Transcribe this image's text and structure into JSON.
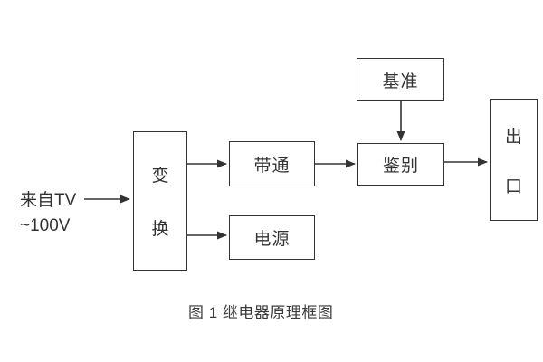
{
  "diagram": {
    "title": "继电器原理框图",
    "input": {
      "line1": "来自TV",
      "line2": "~100V"
    },
    "blocks": {
      "transform": {
        "label": "变换",
        "chars": [
          "变",
          "换"
        ],
        "orientation": "vertical"
      },
      "bandpass": {
        "label": "带通",
        "orientation": "horizontal"
      },
      "power": {
        "label": "电源",
        "orientation": "horizontal"
      },
      "reference": {
        "label": "基准",
        "orientation": "horizontal"
      },
      "discriminator": {
        "label": "鉴别",
        "orientation": "horizontal"
      },
      "output": {
        "label": "出口",
        "chars": [
          "出",
          "口"
        ],
        "orientation": "vertical"
      }
    },
    "connections": [
      {
        "from": "input",
        "to": "transform"
      },
      {
        "from": "transform",
        "to": "bandpass"
      },
      {
        "from": "transform",
        "to": "power"
      },
      {
        "from": "bandpass",
        "to": "discriminator"
      },
      {
        "from": "reference",
        "to": "discriminator"
      },
      {
        "from": "discriminator",
        "to": "output"
      }
    ],
    "caption": "图 1  继电器原理框图",
    "colors": {
      "line": "#333333",
      "text": "#333333",
      "background": "#ffffff"
    }
  }
}
